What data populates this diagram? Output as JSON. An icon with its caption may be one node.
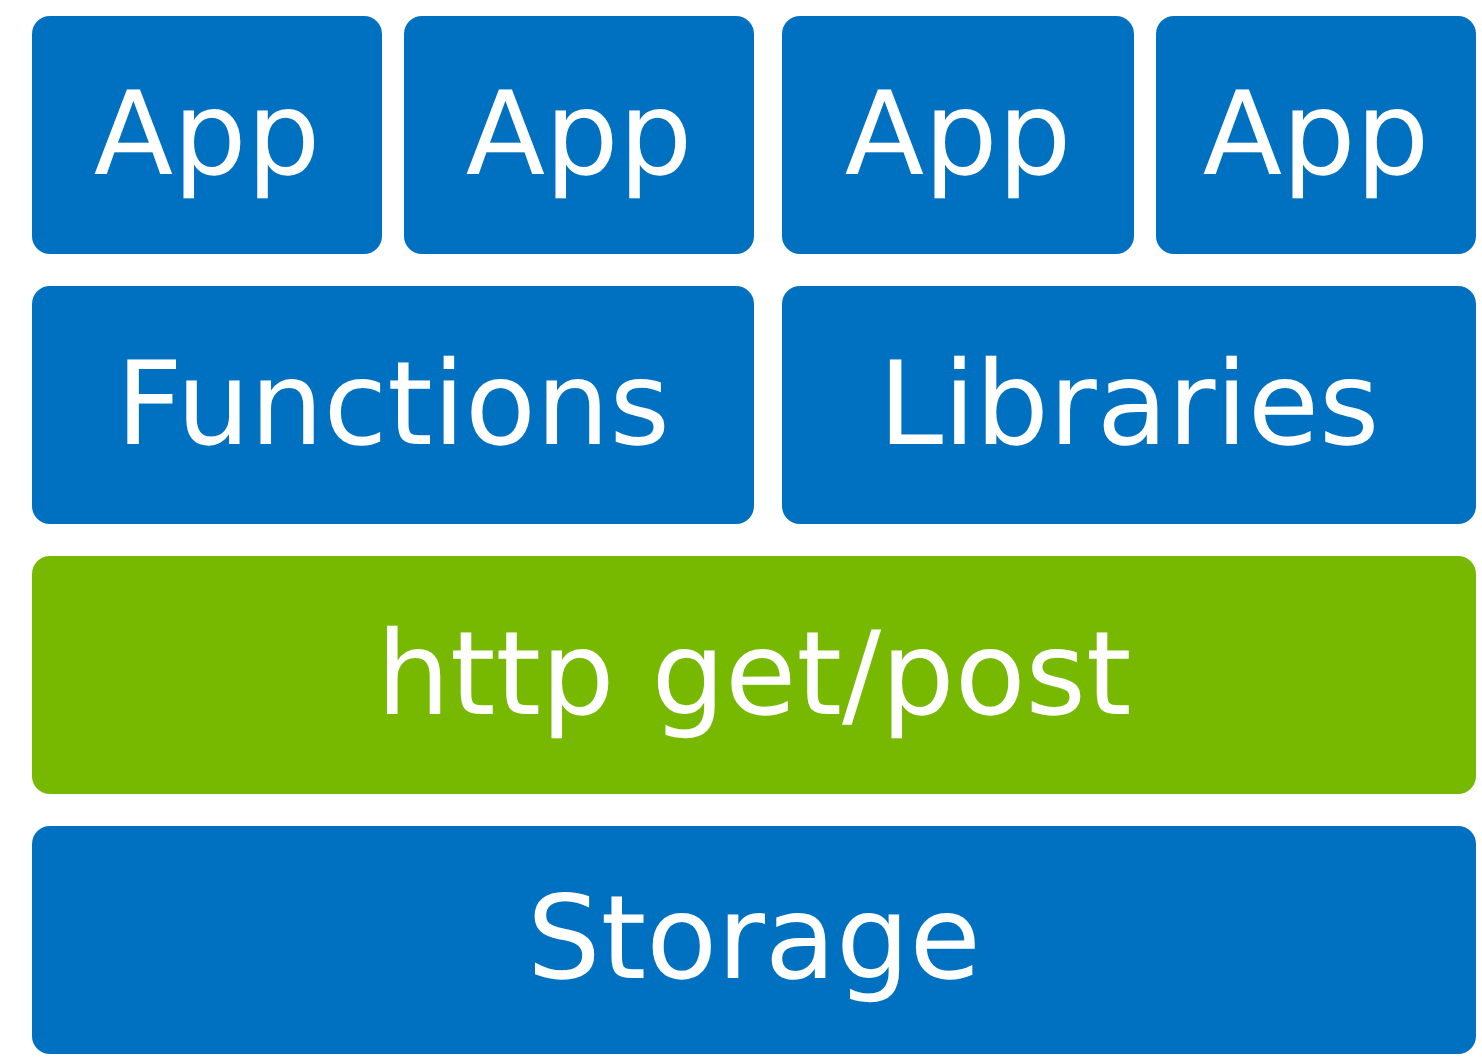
{
  "diagram": {
    "nodes": [
      {
        "text": [
          "App"
        ]
      },
      {
        "text": [
          "App"
        ]
      },
      {
        "text": [
          "App"
        ]
      },
      {
        "text": [
          "App"
        ]
      },
      {
        "text": [
          "Functions"
        ]
      },
      {
        "text": [
          "Libraries"
        ]
      },
      {
        "text": [
          "http get/post"
        ]
      },
      {
        "text": [
          "Storage"
        ]
      }
    ]
  }
}
